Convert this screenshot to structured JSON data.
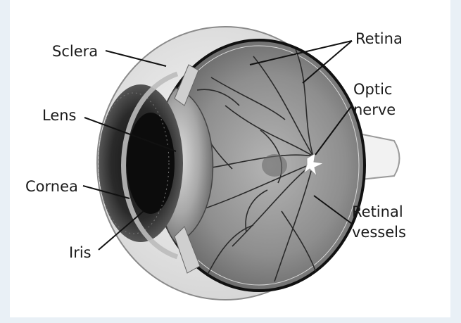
{
  "diagram": {
    "labels": {
      "sclera": "Sclera",
      "lens": "Lens",
      "cornea": "Cornea",
      "iris": "Iris",
      "retina": "Retina",
      "optic_line1": "Optic",
      "optic_line2": "nerve",
      "vessels_line1": "Retinal",
      "vessels_line2": "vessels"
    }
  }
}
